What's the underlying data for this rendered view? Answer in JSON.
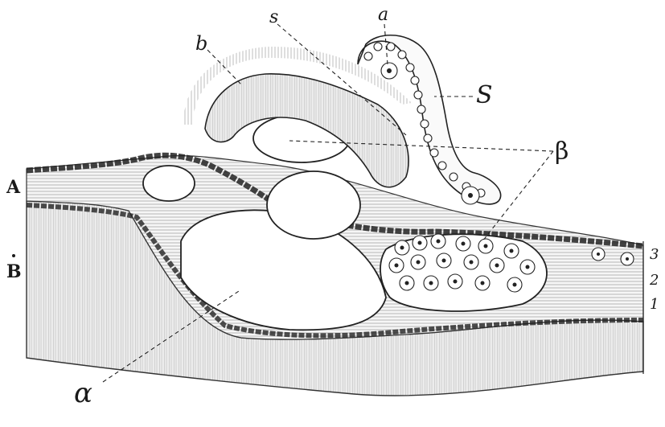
{
  "figure": {
    "labels": {
      "b": "b",
      "s": "s",
      "a": "a",
      "S": "S",
      "beta": "β",
      "A": "A",
      "B": "B",
      "num3": "3",
      "num2": "2",
      "num1": "1",
      "alpha": "α"
    }
  }
}
